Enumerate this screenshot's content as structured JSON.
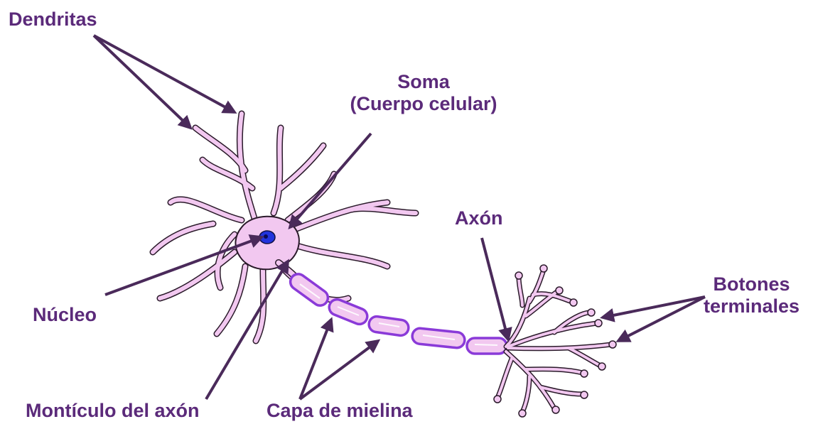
{
  "labels": {
    "dendritas": "Dendritas",
    "soma_line1": "Soma",
    "soma_line2": "(Cuerpo celular)",
    "axon": "Axón",
    "botones_line1": "Botones",
    "botones_line2": "terminales",
    "nucleo": "Núcleo",
    "monticulo": "Montículo del axón",
    "mielina": "Capa de mielina"
  },
  "colors": {
    "label_text": "#5b2a7a",
    "arrow": "#4a2a5a",
    "cell_fill": "#f2c8f0",
    "cell_outline": "#2a1a2a",
    "nucleus": "#2233dd",
    "myelin_fill": "#f2c8f0",
    "myelin_outline": "#8a3ad8"
  }
}
